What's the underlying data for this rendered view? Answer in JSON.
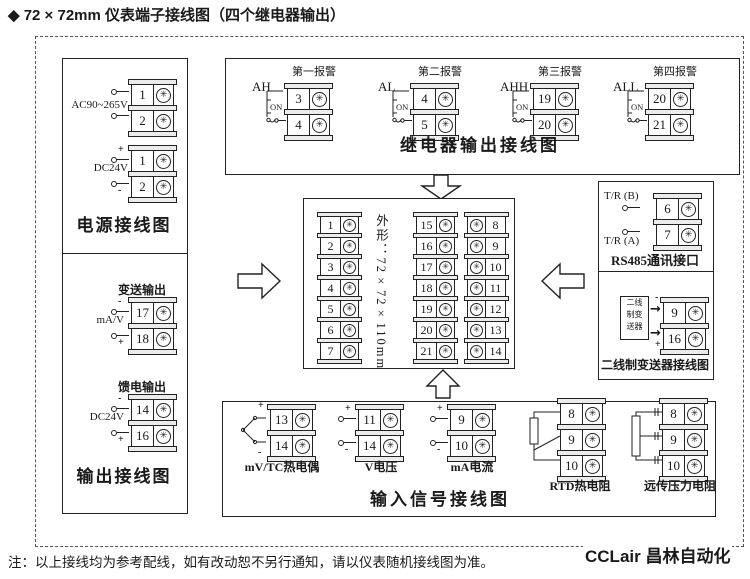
{
  "icons": {
    "screw": "✳",
    "arrow_right": "→"
  },
  "title": "◆ 72 × 72mm 仪表端子接线图（四个继电器输出）",
  "footnote": "注：以上接线均为参考配线，如有改动恕不另行通知，请以仪表随机接线图为准。",
  "watermark": "CCLair 昌林自动化",
  "power_section": {
    "label": "电源接线图",
    "ac": {
      "label": "AC90~265V",
      "terminals": [
        "1",
        "2"
      ]
    },
    "dc": {
      "label": "DC24V",
      "top_sign": "+",
      "bottom_sign": "-",
      "terminals": [
        "1",
        "2"
      ]
    }
  },
  "output_section": {
    "label": "输出接线图",
    "transmit": {
      "title": "变送输出",
      "label": "mA/V",
      "top_sign": "-",
      "bottom_sign": "+",
      "terminals": [
        "17",
        "18"
      ]
    },
    "feed": {
      "title": "馈电输出",
      "label": "DC24V",
      "top_sign": "-",
      "bottom_sign": "+",
      "terminals": [
        "14",
        "16"
      ]
    }
  },
  "relay_section": {
    "label": "继电器输出接线图",
    "alarms": [
      {
        "name": "第一报警",
        "code": "AH",
        "on": "ON",
        "terminals": [
          "3",
          "4"
        ]
      },
      {
        "name": "第二报警",
        "code": "AL",
        "on": "ON",
        "terminals": [
          "4",
          "5"
        ]
      },
      {
        "name": "第三报警",
        "code": "AHH",
        "on": "ON",
        "terminals": [
          "19",
          "20"
        ]
      },
      {
        "name": "第四报警",
        "code": "ALL",
        "on": "ON",
        "terminals": [
          "20",
          "21"
        ]
      }
    ]
  },
  "center_block": {
    "dimension": "外形：72×72×110mm",
    "col_left": [
      "1",
      "2",
      "3",
      "4",
      "5",
      "6",
      "7"
    ],
    "col_mid": [
      "15",
      "16",
      "17",
      "18",
      "19",
      "20",
      "21"
    ],
    "col_right": [
      "8",
      "9",
      "10",
      "11",
      "12",
      "13",
      "14"
    ]
  },
  "rs485_section": {
    "label": "RS485通讯接口",
    "line_b": "T/R (B)",
    "line_a": "T/R (A)",
    "terminals": [
      "6",
      "7"
    ]
  },
  "transmitter_section": {
    "label": "二线制变送器接线图",
    "box_lines": [
      "二线",
      "制变",
      "送器"
    ],
    "top_sign": "-",
    "bottom_sign": "+",
    "terminals": [
      "9",
      "16"
    ]
  },
  "input_section": {
    "label": "输入信号接线图",
    "tc": {
      "label": "mV/TC热电偶",
      "top_sign": "+",
      "bottom_sign": "-",
      "terminals": [
        "13",
        "14"
      ]
    },
    "v": {
      "label": "V电压",
      "top_sign": "+",
      "bottom_sign": "-",
      "terminals": [
        "11",
        "14"
      ]
    },
    "ma": {
      "label": "mA电流",
      "top_sign": "+",
      "bottom_sign": "-",
      "terminals": [
        "9",
        "10"
      ]
    },
    "rtd": {
      "label": "RTD热电阻",
      "terminals": [
        "8",
        "9",
        "10"
      ]
    },
    "pressure": {
      "label": "远传压力电阻",
      "terminals": [
        "8",
        "9",
        "10"
      ]
    }
  }
}
